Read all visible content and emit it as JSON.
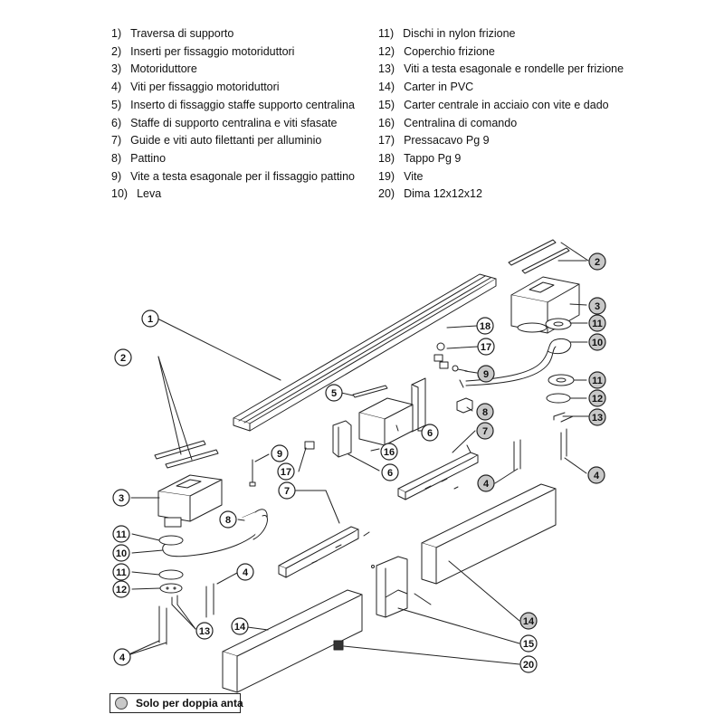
{
  "legend": {
    "items": [
      {
        "num": "1)",
        "text": "Traversa di supporto"
      },
      {
        "num": "2)",
        "text": "Inserti per fissaggio motoriduttori"
      },
      {
        "num": "3)",
        "text": "Motoriduttore"
      },
      {
        "num": "4)",
        "text": "Viti per fissaggio motoriduttori"
      },
      {
        "num": "5)",
        "text": "Inserto di fissaggio staffe supporto centralina"
      },
      {
        "num": "6)",
        "text": "Staffe di supporto centralina  e viti sfasate"
      },
      {
        "num": "7)",
        "text": "Guide e viti auto filettanti per alluminio"
      },
      {
        "num": "8)",
        "text": "Pattino"
      },
      {
        "num": "9)",
        "text": "Vite a testa esagonale per il fissaggio pattino"
      },
      {
        "num": "10)",
        "text": "Leva"
      },
      {
        "num": "11)",
        "text": "Dischi  in nylon frizione"
      },
      {
        "num": "12)",
        "text": "Coperchio frizione"
      },
      {
        "num": "13)",
        "text": "Viti a testa esagonale e rondelle per frizione"
      },
      {
        "num": "14)",
        "text": "Carter in PVC"
      },
      {
        "num": "15)",
        "text": "Carter centrale in acciaio con vite e dado"
      },
      {
        "num": "16)",
        "text": "Centralina di comando"
      },
      {
        "num": "17)",
        "text": "Pressacavo Pg 9"
      },
      {
        "num": "18)",
        "text": "Tappo Pg 9"
      },
      {
        "num": "19)",
        "text": "Vite"
      },
      {
        "num": "20)",
        "text": "Dima 12x12x12"
      }
    ]
  },
  "callouts": [
    {
      "label": "1",
      "double": false
    },
    {
      "label": "2",
      "double": true
    },
    {
      "label": "2",
      "double": false
    },
    {
      "label": "3",
      "double": true
    },
    {
      "label": "3",
      "double": false
    },
    {
      "label": "11",
      "double": true
    },
    {
      "label": "10",
      "double": true
    },
    {
      "label": "11",
      "double": true
    },
    {
      "label": "12",
      "double": true
    },
    {
      "label": "13",
      "double": true
    },
    {
      "label": "4",
      "double": true
    },
    {
      "label": "18",
      "double": false
    },
    {
      "label": "17",
      "double": false
    },
    {
      "label": "9",
      "double": true
    },
    {
      "label": "8",
      "double": true
    },
    {
      "label": "5",
      "double": false
    },
    {
      "label": "6",
      "double": false
    },
    {
      "label": "7",
      "double": true
    },
    {
      "label": "4",
      "double": true
    },
    {
      "label": "16",
      "double": false
    },
    {
      "label": "6",
      "double": false
    },
    {
      "label": "9",
      "double": false
    },
    {
      "label": "17",
      "double": false
    },
    {
      "label": "7",
      "double": false
    },
    {
      "label": "8",
      "double": false
    },
    {
      "label": "11",
      "double": false
    },
    {
      "label": "10",
      "double": false
    },
    {
      "label": "11",
      "double": false
    },
    {
      "label": "12",
      "double": false
    },
    {
      "label": "4",
      "double": false
    },
    {
      "label": "13",
      "double": false
    },
    {
      "label": "14",
      "double": false
    },
    {
      "label": "14",
      "double": true
    },
    {
      "label": "15",
      "double": false
    },
    {
      "label": "20",
      "double": false
    },
    {
      "label": "4",
      "double": false
    }
  ],
  "note": {
    "text": "Solo per doppia anta"
  },
  "colors": {
    "double_fill": "#c8c8c8",
    "single_fill": "#ffffff",
    "line": "#222222"
  }
}
